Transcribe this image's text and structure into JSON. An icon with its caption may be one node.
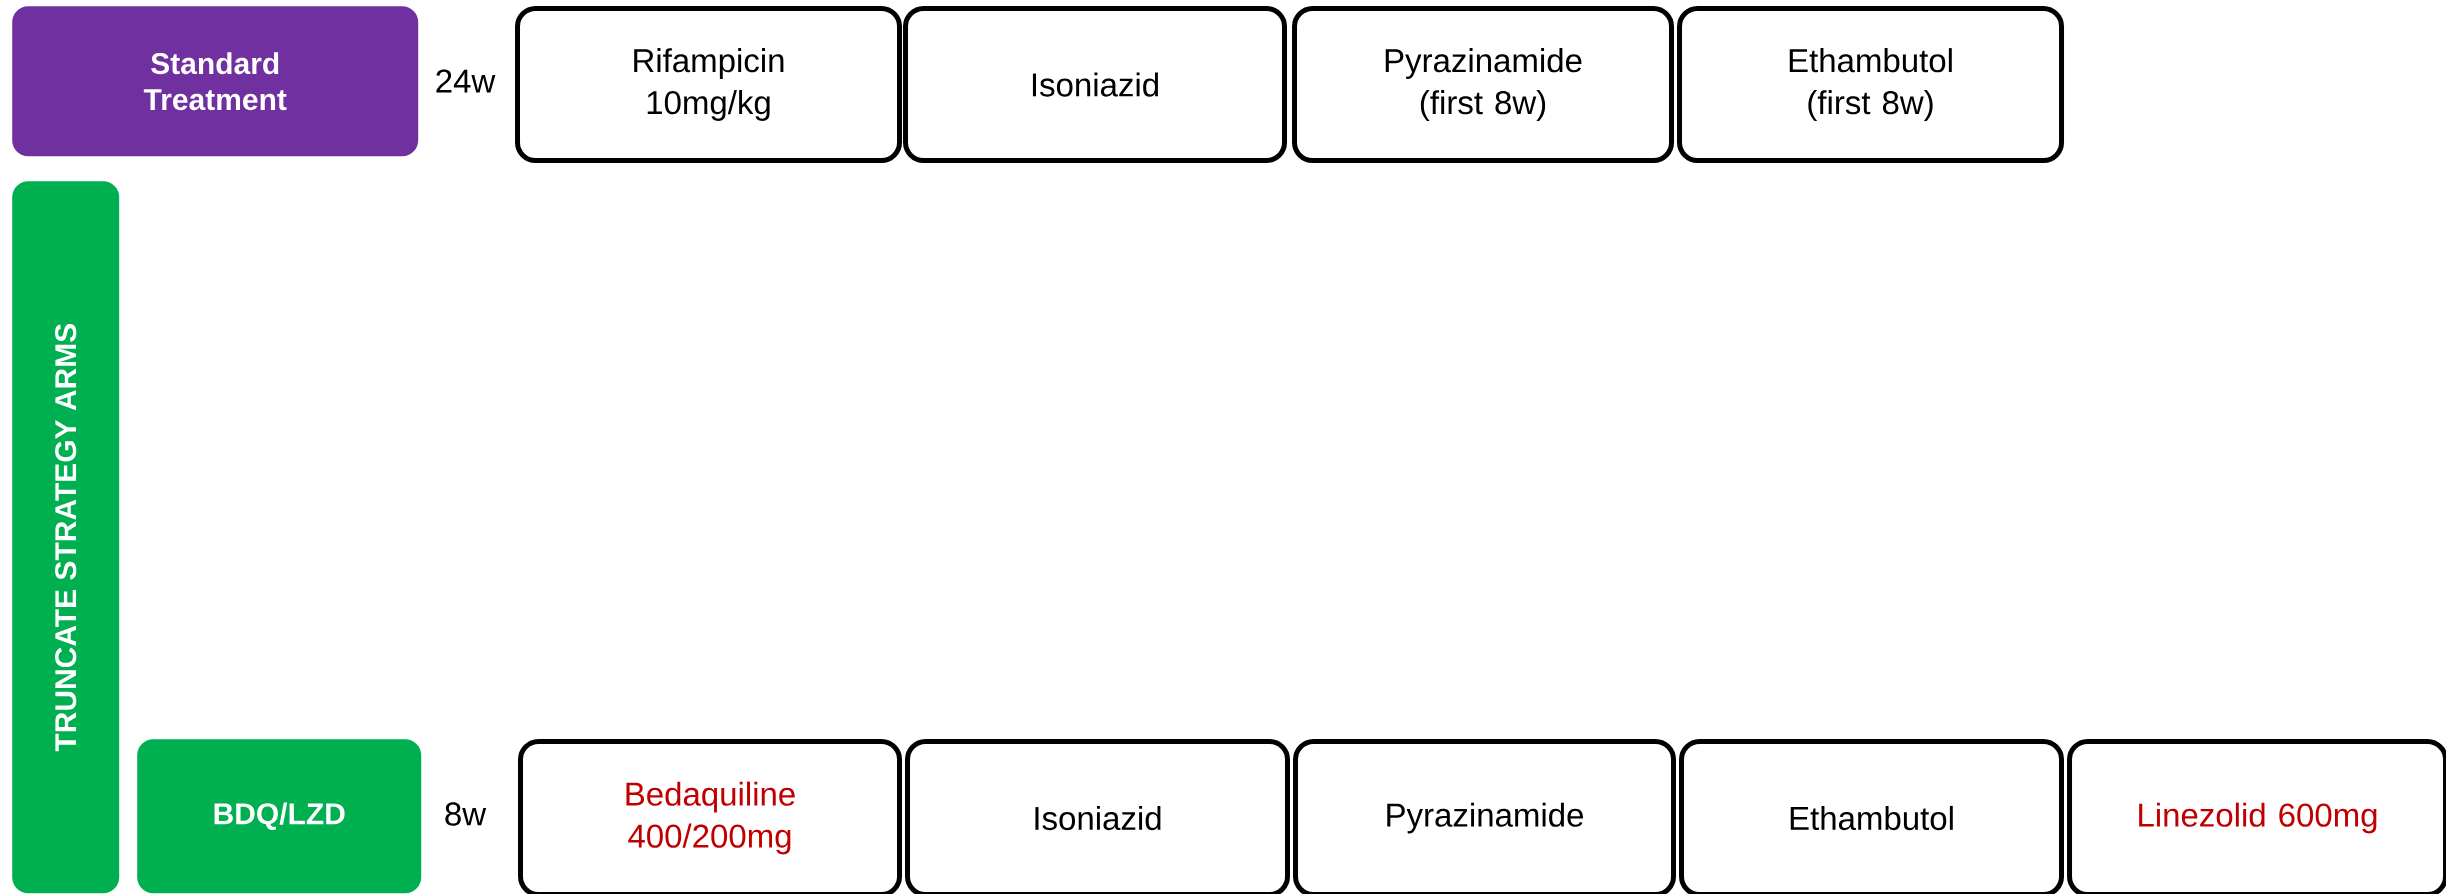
{
  "diagram": {
    "nodes": [
      {
        "text": [
          "Standard Treatment"
        ]
      },
      {
        "text": [
          "Rifampicin 10mg/kg"
        ]
      },
      {
        "text": [
          "Isoniazid"
        ]
      },
      {
        "text": [
          "Pyrazinamide (first 8w)"
        ]
      },
      {
        "text": [
          "Ethambutol (first 8w)"
        ]
      },
      {
        "text": [
          "TRUNCATE STRATEGY ARMS"
        ]
      },
      {
        "text": [
          "BDQ/LZD"
        ]
      },
      {
        "text": [
          "Bedaquiline 400/200mg"
        ]
      },
      {
        "text": [
          "Isoniazid"
        ]
      },
      {
        "text": [
          "Pyrazinamide"
        ]
      },
      {
        "text": [
          "Ethambutol"
        ]
      },
      {
        "text": [
          "Linezolid 600mg"
        ]
      }
    ],
    "labels": [
      "24w",
      "8w"
    ]
  }
}
